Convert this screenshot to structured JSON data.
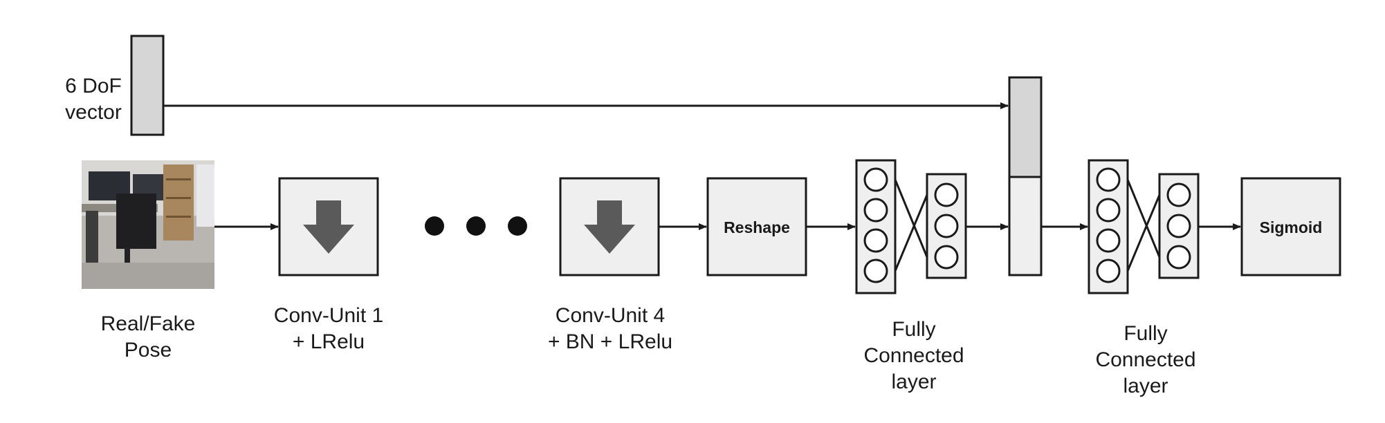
{
  "diagram": {
    "dof": {
      "line1": "6 DoF",
      "line2": "vector"
    },
    "input": {
      "line1": "Real/Fake",
      "line2": "Pose"
    },
    "conv1": {
      "line1": "Conv-Unit 1",
      "line2": "+ LRelu"
    },
    "conv4": {
      "line1": "Conv-Unit 4",
      "line2": "+ BN + LRelu"
    },
    "reshape": "Reshape",
    "fc1": {
      "line1": "Fully",
      "line2": "Connected",
      "line3": "layer"
    },
    "fc2": {
      "line1": "Fully",
      "line2": "Connected",
      "line3": "layer"
    },
    "sigmoid": "Sigmoid"
  },
  "colors": {
    "box_fill": "#efefef",
    "vector_fill": "#d6d6d6",
    "stroke": "#1a1a1a",
    "down_arrow": "#5a5a5a"
  }
}
